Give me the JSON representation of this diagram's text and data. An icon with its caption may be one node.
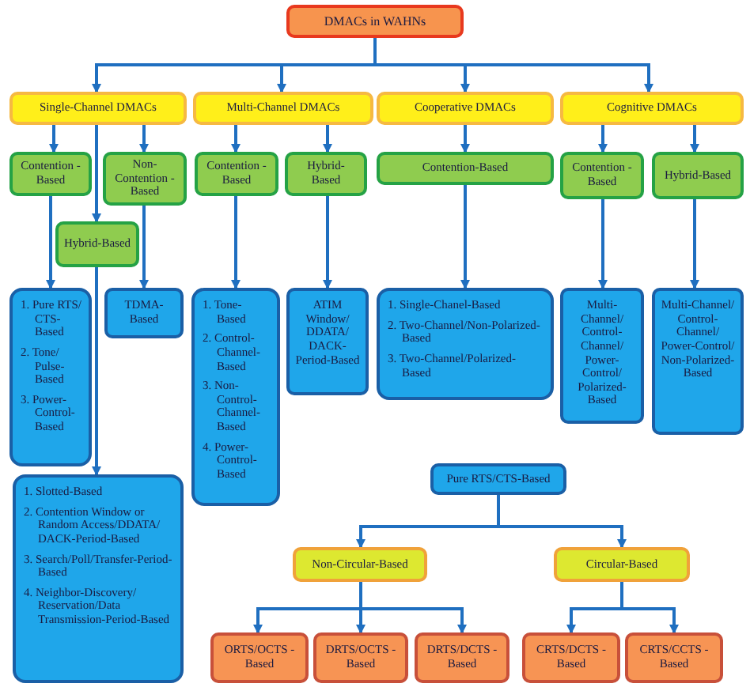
{
  "diagram": {
    "nodes": [
      {
        "text": [
          "DMACs in WAHNs"
        ]
      },
      {
        "text": [
          "Single-Channel DMACs"
        ]
      },
      {
        "text": [
          "Multi-Channel DMACs"
        ]
      },
      {
        "text": [
          "Cooperative DMACs"
        ]
      },
      {
        "text": [
          "Cognitive DMACs"
        ]
      },
      {
        "text": [
          "Contention -Based"
        ]
      },
      {
        "text": [
          "Non-Contention -Based"
        ]
      },
      {
        "text": [
          "Contention -Based"
        ]
      },
      {
        "text": [
          "Hybrid-Based"
        ]
      },
      {
        "text": [
          "Contention-Based"
        ]
      },
      {
        "text": [
          "Contention -Based"
        ]
      },
      {
        "text": [
          "Hybrid-Based"
        ]
      },
      {
        "text": [
          "Hybrid-Based"
        ]
      },
      {
        "text": [
          "1. Pure RTS/CTS-Based",
          "2. Tone/Pulse-Based",
          "3. Power-Control-Based"
        ]
      },
      {
        "text": [
          "TDMA-Based"
        ]
      },
      {
        "text": [
          "1. Tone-Based",
          "2. Control-Channel-Based",
          "3. Non-Control-Channel-Based",
          "4. Power-Control-Based"
        ]
      },
      {
        "text": [
          "ATIM Window/DDATA/DACK-Period-Based"
        ]
      },
      {
        "text": [
          "1. Single-Chanel-Based",
          "2. Two-Channel/Non-Polarized-Based",
          "3. Two-Channel/Polarized-Based"
        ]
      },
      {
        "text": [
          "Multi-Channel/Control-Channel/Power-Control/Polarized-Based"
        ]
      },
      {
        "text": [
          "Multi-Channel/Control-Channel/Power-Control/Non-Polarized-Based"
        ]
      },
      {
        "text": [
          "1. Slotted-Based",
          "2. Contention Window or Random Access/DDATA/DACK-Period-Based",
          "3. Search/Poll/Transfer-Period-Based",
          "4. Neighbor-Discovery/Reservation/Data Transmission-Period-Based"
        ]
      },
      {
        "text": [
          "Pure RTS/CTS-Based"
        ]
      },
      {
        "text": [
          "Non-Circular-Based"
        ]
      },
      {
        "text": [
          "Circular-Based"
        ]
      },
      {
        "text": [
          "ORTS/OCTS -Based"
        ]
      },
      {
        "text": [
          "DRTS/OCTS -Based"
        ]
      },
      {
        "text": [
          "DRTS/DCTS -Based"
        ]
      },
      {
        "text": [
          "CRTS/DCTS -Based"
        ]
      },
      {
        "text": [
          "CRTS/CCTS -Based"
        ]
      }
    ],
    "edges": [
      {
        "from": 0,
        "to": 1,
        "arrow": "to"
      },
      {
        "from": 0,
        "to": 2,
        "arrow": "to"
      },
      {
        "from": 0,
        "to": 3,
        "arrow": "to"
      },
      {
        "from": 0,
        "to": 4,
        "arrow": "to"
      },
      {
        "from": 1,
        "to": 5,
        "arrow": "to"
      },
      {
        "from": 1,
        "to": 6,
        "arrow": "to"
      },
      {
        "from": 1,
        "to": 12,
        "arrow": "to"
      },
      {
        "from": 2,
        "to": 7,
        "arrow": "to"
      },
      {
        "from": 2,
        "to": 8,
        "arrow": "to"
      },
      {
        "from": 3,
        "to": 9,
        "arrow": "to"
      },
      {
        "from": 4,
        "to": 10,
        "arrow": "to"
      },
      {
        "from": 4,
        "to": 11,
        "arrow": "to"
      },
      {
        "from": 5,
        "to": 13,
        "arrow": "to"
      },
      {
        "from": 6,
        "to": 14,
        "arrow": "to"
      },
      {
        "from": 12,
        "to": 20,
        "arrow": "to"
      },
      {
        "from": 7,
        "to": 15,
        "arrow": "to"
      },
      {
        "from": 8,
        "to": 16,
        "arrow": "to"
      },
      {
        "from": 9,
        "to": 17,
        "arrow": "to"
      },
      {
        "from": 10,
        "to": 18,
        "arrow": "to"
      },
      {
        "from": 11,
        "to": 19,
        "arrow": "to"
      },
      {
        "from": 21,
        "to": 22,
        "arrow": "to"
      },
      {
        "from": 21,
        "to": 23,
        "arrow": "to"
      },
      {
        "from": 22,
        "to": 24,
        "arrow": "to"
      },
      {
        "from": 22,
        "to": 25,
        "arrow": "to"
      },
      {
        "from": 22,
        "to": 26,
        "arrow": "to"
      },
      {
        "from": 23,
        "to": 27,
        "arrow": "to"
      },
      {
        "from": 23,
        "to": 28,
        "arrow": "to"
      }
    ]
  }
}
